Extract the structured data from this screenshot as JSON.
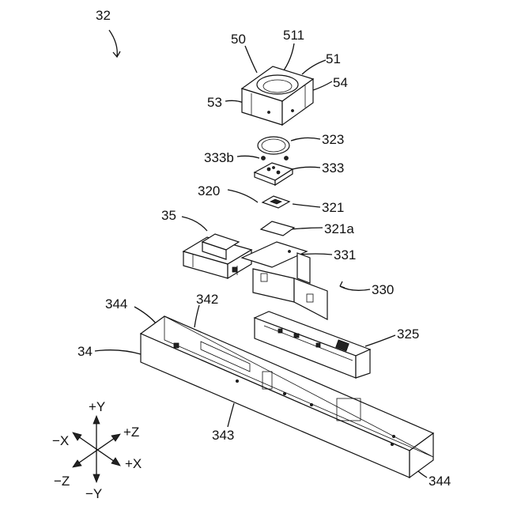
{
  "labels": {
    "l32": "32",
    "l50": "50",
    "l511": "511",
    "l51": "51",
    "l54": "54",
    "l53": "53",
    "l323": "323",
    "l333b": "333b",
    "l333": "333",
    "l320": "320",
    "l321": "321",
    "l35": "35",
    "l321a": "321a",
    "l331": "331",
    "l330": "330",
    "l344a": "344",
    "l342": "342",
    "l34": "34",
    "l325": "325",
    "l343": "343",
    "l344b": "344"
  },
  "axes": {
    "py": "+Y",
    "pz": "+Z",
    "nx": "−X",
    "px": "+X",
    "nz": "−Z",
    "ny": "−Y"
  }
}
